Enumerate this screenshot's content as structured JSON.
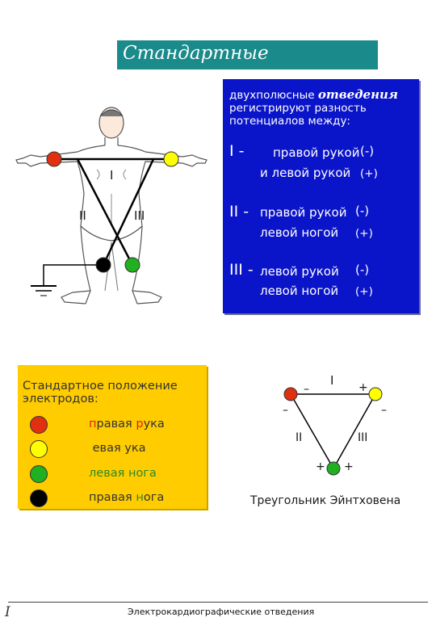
{
  "title": "Стандартные",
  "leads_panel": {
    "intro_plain": "двухполюсные",
    "intro_emph": "отведения",
    "intro_line2": "регистрируют разность",
    "intro_line3": "потенциалов между:",
    "lead1": {
      "num": "I  -",
      "a_text": "правой рукой",
      "a_sign": "(-)",
      "b_text": "и левой рукой",
      "b_sign": "(+)"
    },
    "lead2": {
      "num": "II -",
      "a_text": "правой рукой",
      "a_sign": "(-)",
      "b_text": "левой ногой",
      "b_sign": "(+)"
    },
    "lead3": {
      "num": "III -",
      "a_text": "левой рукой",
      "a_sign": "(-)",
      "b_text": "левой ногой",
      "b_sign": "(+)"
    }
  },
  "figure": {
    "lead1_label": "I",
    "lead2_label": "II",
    "lead3_label": "III"
  },
  "electrode_panel": {
    "heading_line1": "Стандартное положение",
    "heading_line2": "электродов:",
    "items": [
      {
        "pre": "",
        "hl1": "п",
        "mid": "равая ",
        "hl2": "р",
        "post": "ука",
        "hl_color": "red"
      },
      {
        "pre": " ",
        "hl1": "",
        "mid": "евая ",
        "hl2": "",
        "post": "ука",
        "hl_color": "red"
      },
      {
        "pre": "",
        "hl1": "",
        "mid": "левая ",
        "hl2": "н",
        "post": "ога",
        "hl_color": "green"
      },
      {
        "pre": "",
        "hl1": "",
        "mid": "правая ",
        "hl2": "н",
        "post": "ога",
        "hl_color": "green"
      }
    ],
    "dot_colors": [
      "#e03010",
      "#ffff00",
      "#20b020",
      "#000000"
    ]
  },
  "triangle": {
    "top_label": "I",
    "left_label": "II",
    "right_label": "III",
    "minus": "–",
    "plus": "+",
    "caption": "Треугольник  Эйнтховена"
  },
  "footer": {
    "page_mark": "I",
    "text": "Электрокардиографические отведения"
  }
}
